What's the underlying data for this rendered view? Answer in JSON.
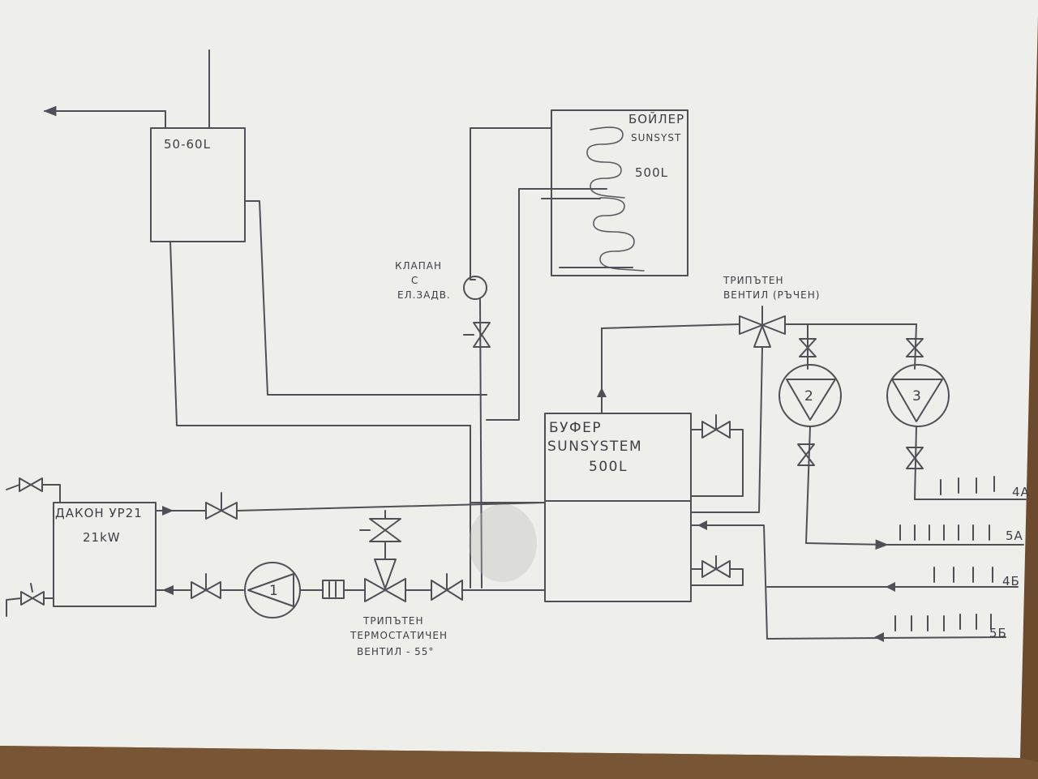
{
  "diagram": {
    "tank_small": {
      "label": "50-60L"
    },
    "boiler": {
      "line1": "БОЙЛЕР",
      "line2": "SUNSYST",
      "line3": "500L"
    },
    "buffer": {
      "line1": "БУФЕР",
      "line2": "SUNSYSTEM",
      "line3": "500L"
    },
    "heater": {
      "line1": "ДАКОН УР21",
      "line2": "21kW"
    },
    "valve_motor": {
      "line1": "КЛАПАН",
      "line2": "С",
      "line3": "ЕЛ.ЗАДВ."
    },
    "manual_valve": {
      "line1": "ТРИПЪТЕН",
      "line2": "ВЕНТИЛ (РЪЧЕН)"
    },
    "thermo_valve": {
      "line1": "ТРИПЪТЕН",
      "line2": "ТЕРМОСТАТИЧЕН",
      "line3": "ВЕНТИЛ - 55°"
    },
    "pumps": [
      "1",
      "2",
      "3"
    ],
    "circuits": [
      "4A",
      "5A",
      "4Б",
      "5Б"
    ]
  },
  "colors": {
    "paper": "#efefec",
    "ink": "#4f4f57",
    "background": "#6b4a2e"
  }
}
